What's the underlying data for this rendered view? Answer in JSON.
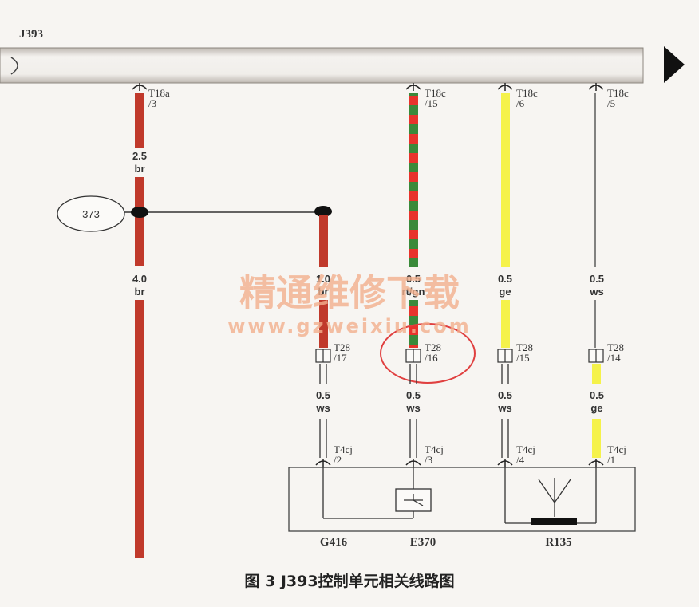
{
  "bus_label": "J393",
  "ground_point": "373",
  "connectors": {
    "t18a_3": {
      "name": "T18a",
      "pin": "/3"
    },
    "t18c_15": {
      "name": "T18c",
      "pin": "/15"
    },
    "t18c_6": {
      "name": "T18c",
      "pin": "/6"
    },
    "t18c_5": {
      "name": "T18c",
      "pin": "/5"
    },
    "t28_17": {
      "name": "T28",
      "pin": "/17"
    },
    "t28_16": {
      "name": "T28",
      "pin": "/16"
    },
    "t28_15": {
      "name": "T28",
      "pin": "/15"
    },
    "t28_14": {
      "name": "T28",
      "pin": "/14"
    },
    "t4cj_2": {
      "name": "T4cj",
      "pin": "/2"
    },
    "t4cj_3": {
      "name": "T4cj",
      "pin": "/3"
    },
    "t4cj_4": {
      "name": "T4cj",
      "pin": "/4"
    },
    "t4cj_1": {
      "name": "T4cj",
      "pin": "/1"
    }
  },
  "wires": {
    "main_upper": {
      "size": "2.5",
      "color": "br"
    },
    "main_lower": {
      "size": "4.0",
      "color": "br"
    },
    "branch": {
      "size": "1.0",
      "color": "br"
    },
    "w2_upper": {
      "size": "0.5",
      "color": "rt/gn"
    },
    "w3_upper": {
      "size": "0.5",
      "color": "ge"
    },
    "w4_upper": {
      "size": "0.5",
      "color": "ws"
    },
    "w1_lower": {
      "size": "0.5",
      "color": "ws"
    },
    "w2_lower": {
      "size": "0.5",
      "color": "ws"
    },
    "w3_lower": {
      "size": "0.5",
      "color": "ws"
    },
    "w4_lower": {
      "size": "0.5",
      "color": "ge"
    }
  },
  "components": {
    "g416": "G416",
    "e370": "E370",
    "r135": "R135"
  },
  "watermark": {
    "title": "精通维修下载",
    "url": "www.gzweixiu.com"
  },
  "caption": "图 3  J393控制单元相关线路图",
  "colors": {
    "brown": "#c0392b",
    "red": "#e8332c",
    "green": "#3a8a3a",
    "yellow": "#f5f24a",
    "highlight": "#e04040"
  }
}
